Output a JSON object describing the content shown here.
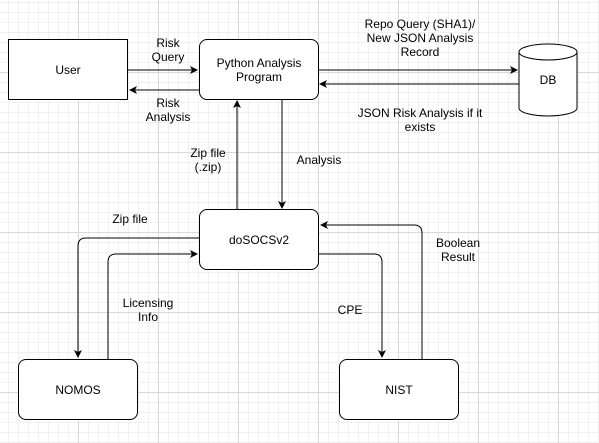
{
  "nodes": {
    "user": "User",
    "python": "Python Analysis\nProgram",
    "db": "DB",
    "dosocs": "doSOCSv2",
    "nomos": "NOMOS",
    "nist": "NIST"
  },
  "edges": {
    "risk_query": "Risk\nQuery",
    "risk_analysis": "Risk\nAnalysis",
    "repo_query": "Repo Query (SHA1)/\nNew JSON Analysis\nRecord",
    "json_risk": "JSON Risk Analysis if it\nexists",
    "zip_file_zip": "Zip file\n(.zip)",
    "analysis": "Analysis",
    "zip_file": "Zip file",
    "licensing_info": "Licensing\nInfo",
    "cpe": "CPE",
    "boolean_result": "Boolean\nResult"
  }
}
